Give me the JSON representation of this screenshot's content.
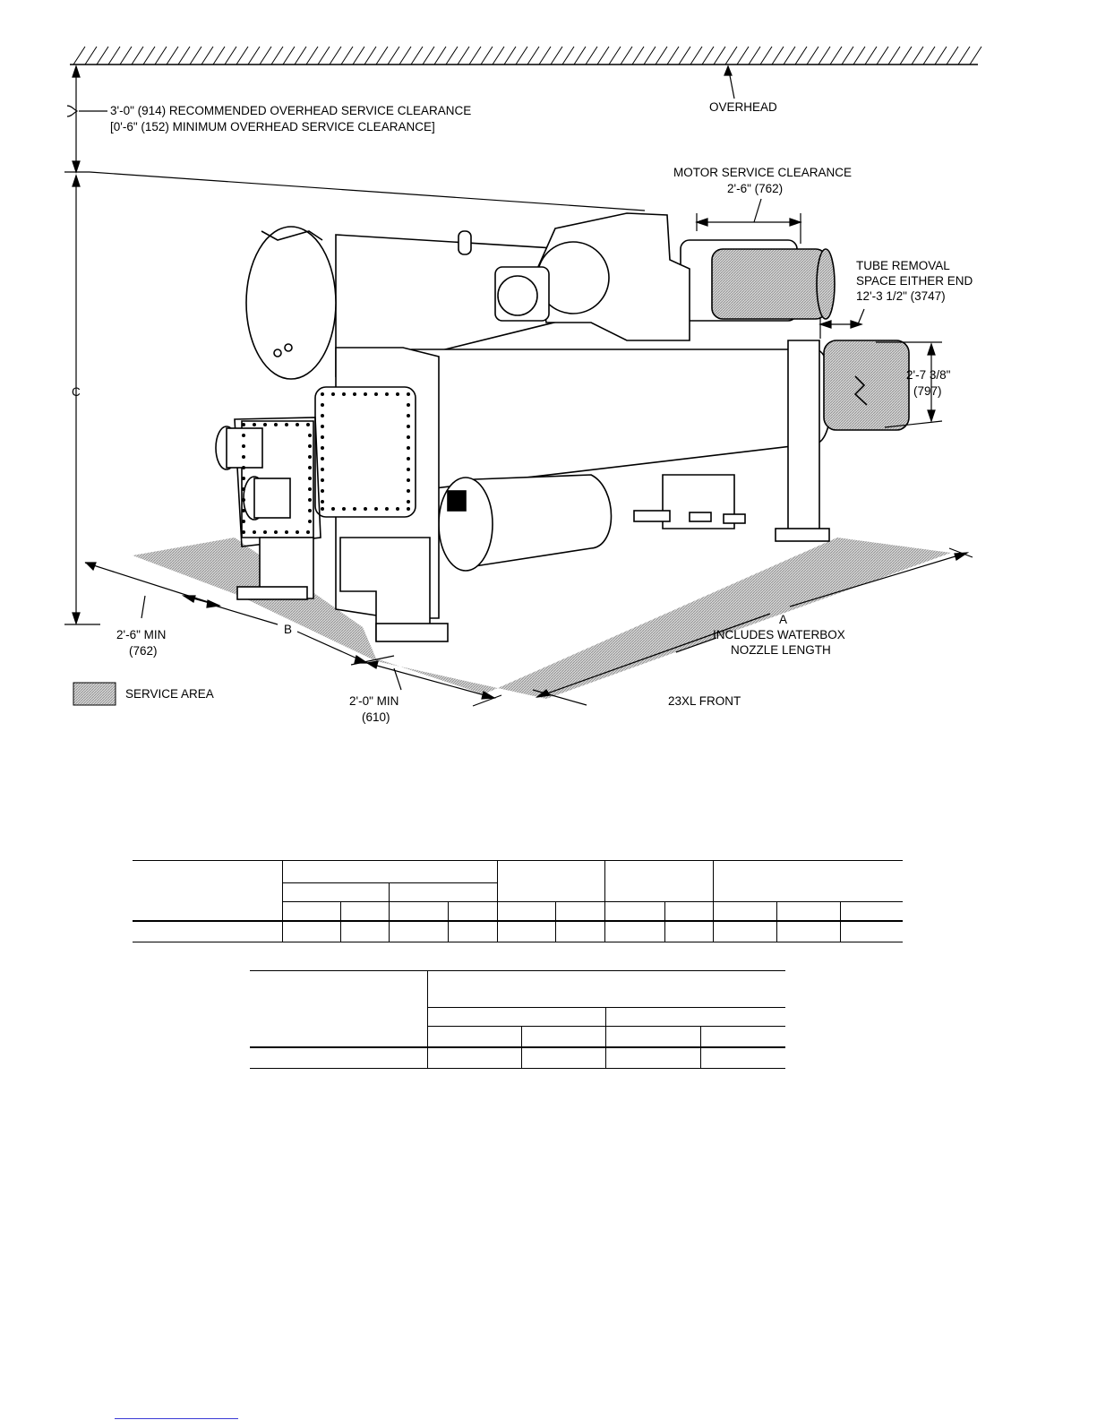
{
  "labels": {
    "overhead_clearance_line1": "3'-0\" (914) RECOMMENDED OVERHEAD SERVICE CLEARANCE",
    "overhead_clearance_line2": "[0'-6\" (152) MINIMUM OVERHEAD SERVICE CLEARANCE]",
    "overhead": "OVERHEAD",
    "motor_service_line1": "MOTOR SERVICE CLEARANCE",
    "motor_service_line2": "2'-6\" (762)",
    "tube_removal_line1": "TUBE REMOVAL",
    "tube_removal_line2": "SPACE EITHER END",
    "tube_removal_line3": "12'-3 1/2\" (3747)",
    "height_dim_line1": "2'-7 3/8\"",
    "height_dim_line2": "(797)",
    "dim_c": "C",
    "dim_b": "B",
    "dim_a": "A",
    "includes_line1": "INCLUDES WATERBOX",
    "includes_line2": "NOZZLE LENGTH",
    "left_min_line1": "2'-6\" MIN",
    "left_min_line2": "(762)",
    "front_min_line1": "2'-0\" MIN",
    "front_min_line2": "(610)",
    "front": "23XL FRONT",
    "service_area": "SERVICE AREA"
  },
  "colors": {
    "line": "#000000",
    "service_area_fill": "#b8b8b8",
    "link_underline": "#3b3bd6"
  }
}
